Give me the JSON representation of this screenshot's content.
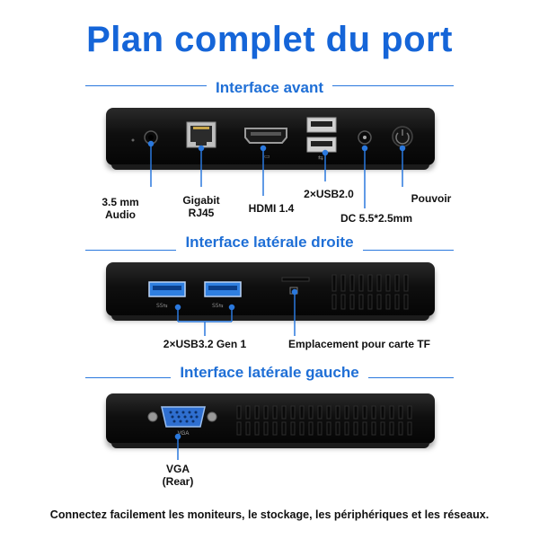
{
  "title": "Plan complet du port",
  "sections": {
    "front": "Interface avant",
    "right": "Interface latérale droite",
    "left": "Interface latérale gauche"
  },
  "front_labels": {
    "audio_line1": "3.5 mm",
    "audio_line2": "Audio",
    "rj45_line1": "Gigabit",
    "rj45_line2": "RJ45",
    "hdmi": "HDMI 1.4",
    "usb2": "2×USB2.0",
    "dc": "DC 5.5*2.5mm",
    "power": "Pouvoir"
  },
  "right_labels": {
    "usb3": "2×USB3.2 Gen 1",
    "tf": "Emplacement pour carte TF"
  },
  "left_labels": {
    "vga_line1": "VGA",
    "vga_line2": "(Rear)",
    "vga_port_text": "VGA"
  },
  "footer": "Connectez facilement les moniteurs, le stockage, les périphériques et les réseaux.",
  "colors": {
    "accent": "#1565d8",
    "usb3_blue": "#2f7fe0",
    "device": "#111111"
  }
}
